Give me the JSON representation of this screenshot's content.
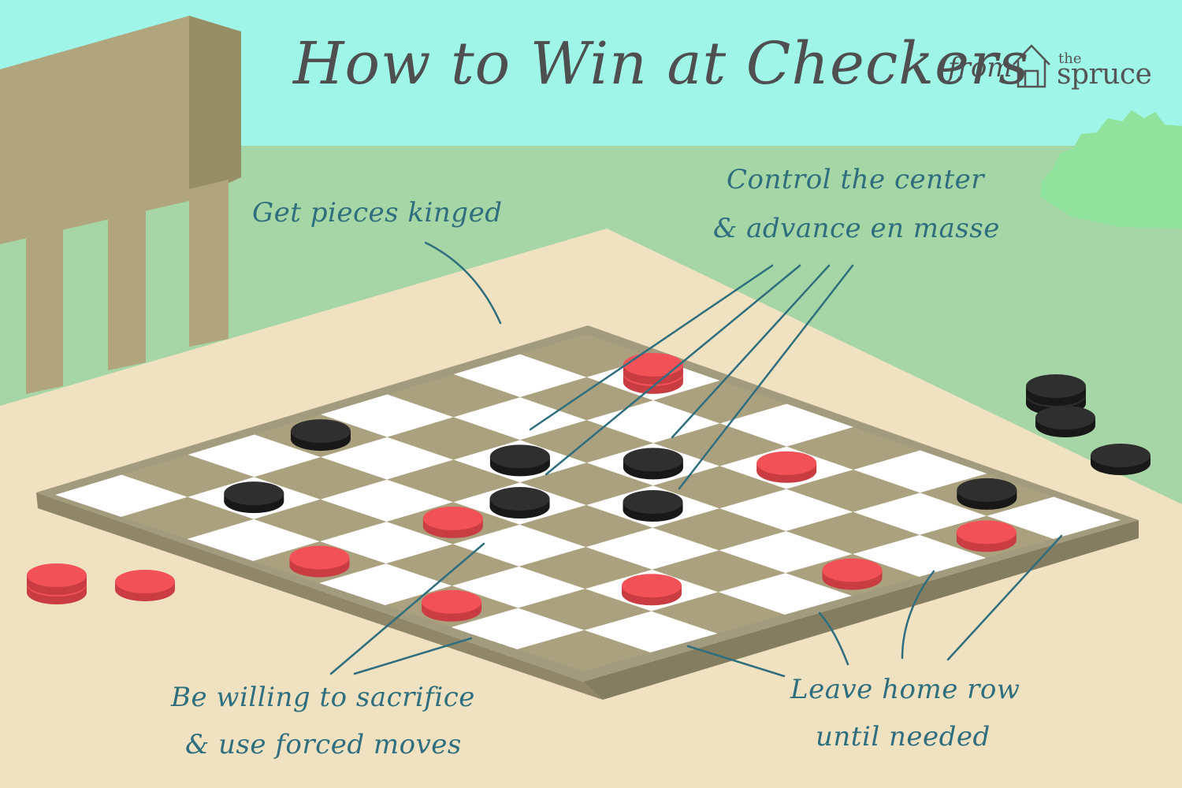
{
  "title": "How to Win at Checkers",
  "brand": {
    "prefix": "from",
    "the": "the",
    "name": "spruce"
  },
  "annotations": {
    "kinged": "Get pieces kinged",
    "center_line1": "Control the center",
    "center_line2": "& advance en masse",
    "sacrifice_line1": "Be willing to sacrifice",
    "sacrifice_line2": "& use forced moves",
    "home_line1": "Leave home row",
    "home_line2": "until needed"
  },
  "board": {
    "size": 8,
    "pieces": [
      {
        "color": "red",
        "col": 1,
        "row": 0,
        "stack": 2
      },
      {
        "color": "red",
        "col": 4,
        "row": 1,
        "stack": 1
      },
      {
        "color": "black",
        "col": 0,
        "row": 4,
        "stack": 1
      },
      {
        "color": "black",
        "col": 2,
        "row": 3,
        "stack": 1
      },
      {
        "color": "black",
        "col": 3,
        "row": 2,
        "stack": 1
      },
      {
        "color": "black",
        "col": 6,
        "row": 0,
        "stack": 1
      },
      {
        "color": "black",
        "col": 3,
        "row": 4,
        "stack": 1
      },
      {
        "color": "black",
        "col": 4,
        "row": 3,
        "stack": 1
      },
      {
        "color": "red",
        "col": 3,
        "row": 5,
        "stack": 1
      },
      {
        "color": "black",
        "col": 1,
        "row": 6,
        "stack": 1
      },
      {
        "color": "red",
        "col": 7,
        "row": 1,
        "stack": 1
      },
      {
        "color": "red",
        "col": 7,
        "row": 3,
        "stack": 1
      },
      {
        "color": "red",
        "col": 6,
        "row": 5,
        "stack": 1
      },
      {
        "color": "red",
        "col": 3,
        "row": 7,
        "stack": 1
      },
      {
        "color": "red",
        "col": 5,
        "row": 7,
        "stack": 1
      }
    ],
    "off_board": [
      {
        "color": "red",
        "stack": 2,
        "spot": "left-a"
      },
      {
        "color": "red",
        "stack": 1,
        "spot": "left-b"
      },
      {
        "color": "black",
        "stack": 2,
        "spot": "right-a"
      },
      {
        "color": "black",
        "stack": 1,
        "spot": "right-b"
      },
      {
        "color": "black",
        "stack": 1,
        "spot": "right-c"
      }
    ]
  },
  "colors": {
    "sky": "#9ff5e8",
    "grass": "#a6d6a5",
    "bush": "#8fe39c",
    "table": "#f0e2c0",
    "fence": "#b0a57c",
    "board_frame": "#a39b7d",
    "board_frame_dark": "#8f8768",
    "dark_square": "#aba17f",
    "light_square": "#ffffff",
    "red_piece": "#f25157",
    "red_piece_side": "#c93c42",
    "black_piece": "#2f2f2f",
    "black_piece_side": "#181818",
    "title_text": "#4f4f4f",
    "annotation_text": "#2f6e7e",
    "leader_line": "#2f6e7e"
  }
}
